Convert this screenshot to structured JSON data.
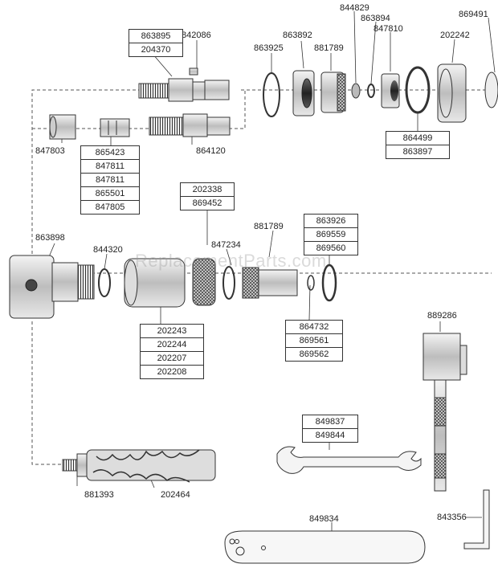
{
  "watermark": "ReplacementParts.com",
  "labels": {
    "p842086": "842086",
    "p844829": "844829",
    "p863894": "863894",
    "p847810": "847810",
    "p869491": "869491",
    "p863892": "863892",
    "p202242": "202242",
    "p863925": "863925",
    "p881789a": "881789",
    "p847803": "847803",
    "p864120": "864120",
    "p863898": "863898",
    "p844320": "844320",
    "p847234": "847234",
    "p881789b": "881789",
    "p889286": "889286",
    "p881393": "881393",
    "p202464": "202464",
    "p849834": "849834",
    "p843356": "843356"
  },
  "groups": {
    "g_top_left": [
      "863895",
      "204370"
    ],
    "g_mid_stack": [
      "865423",
      "847811",
      "847811",
      "865501",
      "847805"
    ],
    "g_right": [
      "864499",
      "863897"
    ],
    "g_202338": [
      "202338",
      "869452"
    ],
    "g_863926": [
      "863926",
      "869559",
      "869560"
    ],
    "g_202243": [
      "202243",
      "202244",
      "202207",
      "202208"
    ],
    "g_864732": [
      "864732",
      "869561",
      "869562"
    ],
    "g_849837": [
      "849837",
      "849844"
    ]
  }
}
